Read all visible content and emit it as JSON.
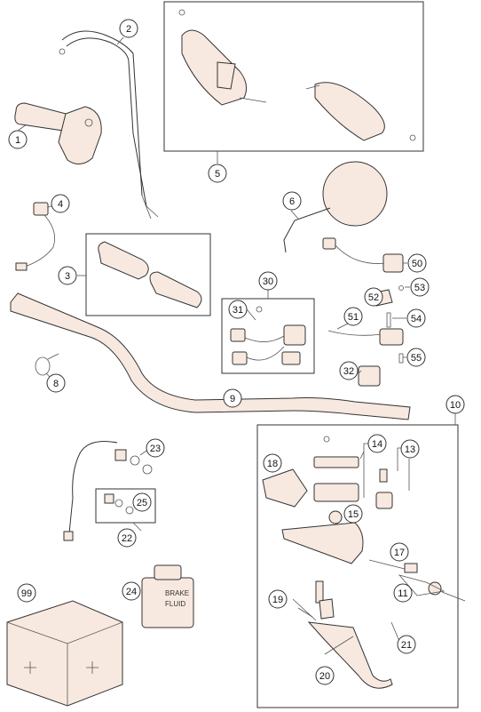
{
  "labels": [
    {
      "id": "1",
      "text": "1"
    },
    {
      "id": "2",
      "text": "2"
    },
    {
      "id": "3",
      "text": "3"
    },
    {
      "id": "4",
      "text": "4"
    },
    {
      "id": "5",
      "text": "5"
    },
    {
      "id": "6",
      "text": "6"
    },
    {
      "id": "8",
      "text": "8"
    },
    {
      "id": "9",
      "text": "9"
    },
    {
      "id": "10",
      "text": "10"
    },
    {
      "id": "11",
      "text": "11"
    },
    {
      "id": "13",
      "text": "13"
    },
    {
      "id": "14",
      "text": "14"
    },
    {
      "id": "15",
      "text": "15"
    },
    {
      "id": "17",
      "text": "17"
    },
    {
      "id": "18",
      "text": "18"
    },
    {
      "id": "19",
      "text": "19"
    },
    {
      "id": "20",
      "text": "20"
    },
    {
      "id": "21",
      "text": "21"
    },
    {
      "id": "22",
      "text": "22"
    },
    {
      "id": "23",
      "text": "23"
    },
    {
      "id": "24",
      "text": "24"
    },
    {
      "id": "25",
      "text": "25"
    },
    {
      "id": "30",
      "text": "30"
    },
    {
      "id": "31",
      "text": "31"
    },
    {
      "id": "32",
      "text": "32"
    },
    {
      "id": "50",
      "text": "50"
    },
    {
      "id": "51",
      "text": "51"
    },
    {
      "id": "52",
      "text": "52"
    },
    {
      "id": "53",
      "text": "53"
    },
    {
      "id": "54",
      "text": "54"
    },
    {
      "id": "55",
      "text": "55"
    },
    {
      "id": "99",
      "text": "99"
    }
  ],
  "bottle": {
    "line1": "BRAKE",
    "line2": "FLUID"
  },
  "colors": {
    "part_fill": "#f7e9df",
    "stroke": "#333333"
  }
}
